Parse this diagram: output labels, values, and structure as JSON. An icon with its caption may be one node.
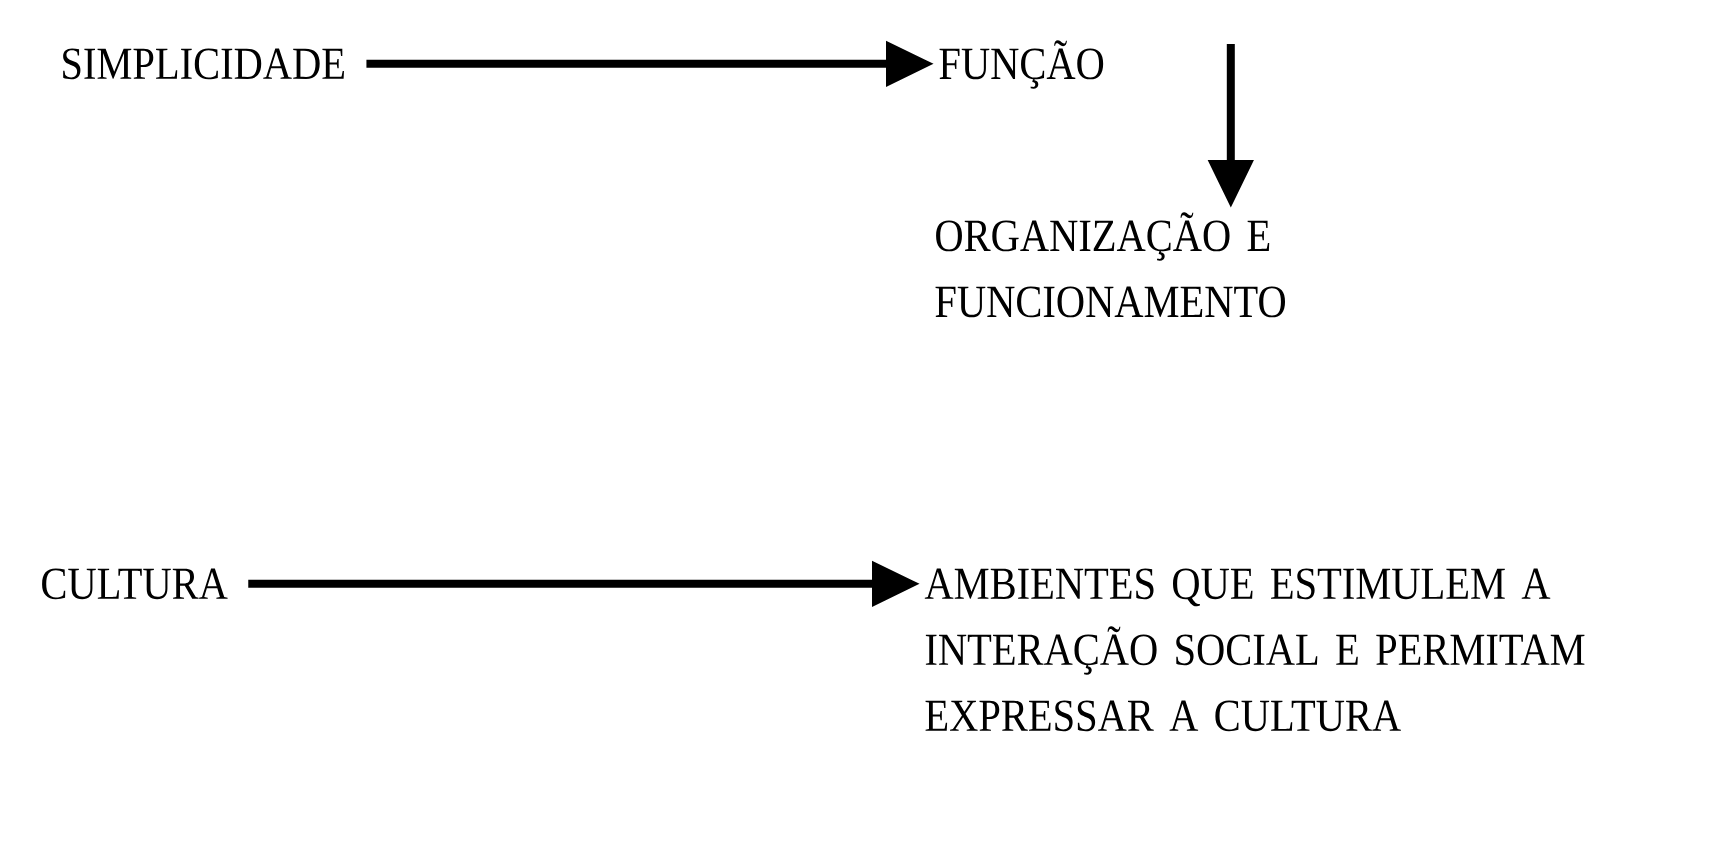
{
  "diagram": {
    "nodes": [
      {
        "text": [
          "SIMPLICIDADE"
        ]
      },
      {
        "text": [
          "FUNÇÃO"
        ]
      },
      {
        "text": [
          "ORGANIZAÇÃO E FUNCIONAMENTO"
        ]
      },
      {
        "text": [
          "CULTURA"
        ]
      },
      {
        "text": [
          "AMBIENTES QUE ESTIMULEM A INTERAÇÃO SOCIAL E PERMITAM EXPRESSAR A CULTURA"
        ]
      }
    ],
    "edges": [
      {
        "from": 0,
        "to": 1,
        "arrow": "to"
      },
      {
        "from": 1,
        "to": 2,
        "arrow": "to"
      },
      {
        "from": 3,
        "to": 4,
        "arrow": "to"
      }
    ]
  }
}
